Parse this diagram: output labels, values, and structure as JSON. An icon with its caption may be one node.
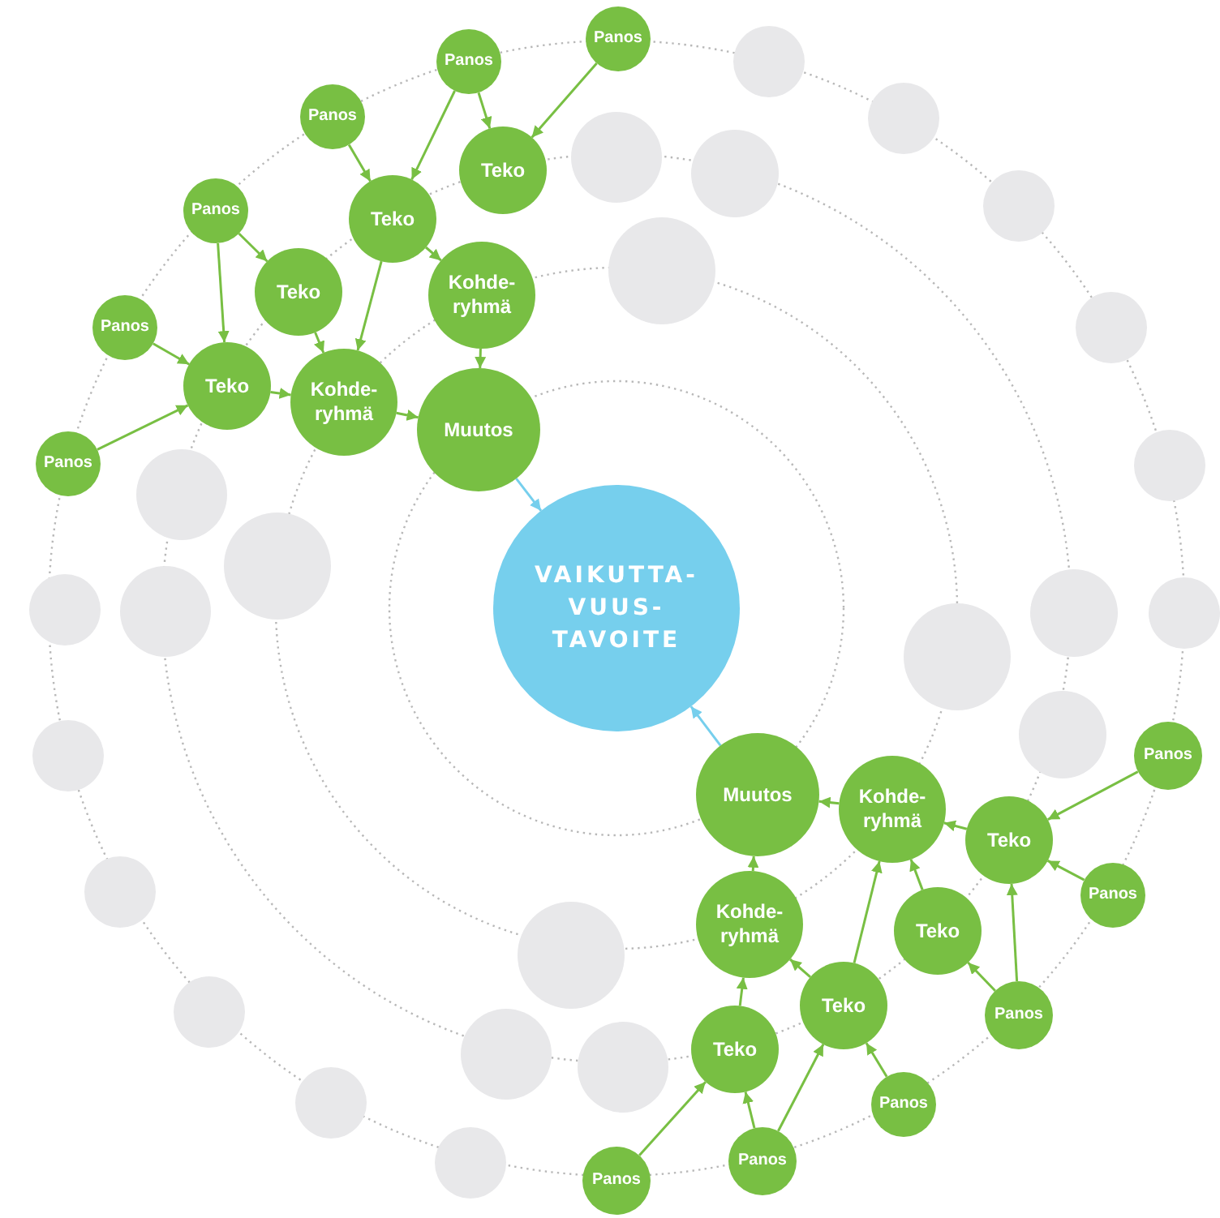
{
  "diagram": {
    "nodes": [
      {
        "text": [
          "Panos"
        ]
      },
      {
        "text": [
          "Panos"
        ]
      },
      {
        "text": [
          "Panos"
        ]
      },
      {
        "text": [
          "Teko"
        ]
      },
      {
        "text": [
          "Teko"
        ]
      },
      {
        "text": [
          "Panos"
        ]
      },
      {
        "text": [
          "Teko"
        ]
      },
      {
        "text": [
          "Kohde-ryhmä"
        ]
      },
      {
        "text": [
          "Panos"
        ]
      },
      {
        "text": [
          "Teko"
        ]
      },
      {
        "text": [
          "Kohde-ryhmä"
        ]
      },
      {
        "text": [
          "Muutos"
        ]
      },
      {
        "text": [
          "Panos"
        ]
      },
      {
        "text": [
          "VAIKUTTA-VUUS-TAVOITE"
        ]
      },
      {
        "text": [
          "Panos"
        ]
      },
      {
        "text": [
          "Muutos"
        ]
      },
      {
        "text": [
          "Kohde-ryhmä"
        ]
      },
      {
        "text": [
          "Teko"
        ]
      },
      {
        "text": [
          "Panos"
        ]
      },
      {
        "text": [
          "Kohde-ryhmä"
        ]
      },
      {
        "text": [
          "Teko"
        ]
      },
      {
        "text": [
          "Teko"
        ]
      },
      {
        "text": [
          "Teko"
        ]
      },
      {
        "text": [
          "Panos"
        ]
      },
      {
        "text": [
          "Panos"
        ]
      },
      {
        "text": [
          "Panos"
        ]
      },
      {
        "text": [
          "Panos"
        ]
      },
      {
        "text": [],
        "shape": "circle"
      },
      {
        "text": [],
        "shape": "circle"
      },
      {
        "text": [],
        "shape": "circle"
      },
      {
        "text": [],
        "shape": "circle"
      },
      {
        "text": [],
        "shape": "circle"
      },
      {
        "text": [],
        "shape": "circle"
      },
      {
        "text": [],
        "shape": "circle"
      },
      {
        "text": [],
        "shape": "circle"
      },
      {
        "text": [],
        "shape": "circle"
      },
      {
        "text": [],
        "shape": "circle"
      },
      {
        "text": [],
        "shape": "circle"
      },
      {
        "text": [],
        "shape": "circle"
      },
      {
        "text": [],
        "shape": "circle"
      },
      {
        "text": [],
        "shape": "circle"
      },
      {
        "text": [],
        "shape": "circle"
      },
      {
        "text": [],
        "shape": "circle"
      },
      {
        "text": [],
        "shape": "circle"
      },
      {
        "text": [],
        "shape": "circle"
      },
      {
        "text": [],
        "shape": "circle"
      },
      {
        "text": [],
        "shape": "circle"
      },
      {
        "text": [],
        "shape": "circle"
      },
      {
        "text": [],
        "shape": "circle"
      },
      {
        "text": [],
        "shape": "circle"
      },
      {
        "text": [],
        "shape": "circle"
      }
    ],
    "edges": [
      {
        "from": 0,
        "to": 3,
        "arrow": "to"
      },
      {
        "from": 1,
        "to": 3,
        "arrow": "to"
      },
      {
        "from": 0,
        "to": 4,
        "arrow": "to"
      },
      {
        "from": 2,
        "to": 4,
        "arrow": "to"
      },
      {
        "from": 4,
        "to": 7,
        "arrow": "to"
      },
      {
        "from": 4,
        "to": 10,
        "arrow": "to"
      },
      {
        "from": 5,
        "to": 6,
        "arrow": "to"
      },
      {
        "from": 5,
        "to": 9,
        "arrow": "to"
      },
      {
        "from": 6,
        "to": 10,
        "arrow": "to"
      },
      {
        "from": 8,
        "to": 9,
        "arrow": "to"
      },
      {
        "from": 12,
        "to": 9,
        "arrow": "to"
      },
      {
        "from": 9,
        "to": 10,
        "arrow": "to"
      },
      {
        "from": 10,
        "to": 11,
        "arrow": "to"
      },
      {
        "from": 7,
        "to": 11,
        "arrow": "to"
      },
      {
        "from": 11,
        "to": 13,
        "arrow": "to",
        "color": "#76cfed"
      },
      {
        "from": 15,
        "to": 13,
        "arrow": "to",
        "color": "#76cfed"
      },
      {
        "from": 16,
        "to": 15,
        "arrow": "to"
      },
      {
        "from": 17,
        "to": 16,
        "arrow": "to"
      },
      {
        "from": 14,
        "to": 17,
        "arrow": "to"
      },
      {
        "from": 18,
        "to": 17,
        "arrow": "to"
      },
      {
        "from": 23,
        "to": 17,
        "arrow": "to"
      },
      {
        "from": 23,
        "to": 20,
        "arrow": "to"
      },
      {
        "from": 20,
        "to": 16,
        "arrow": "to"
      },
      {
        "from": 21,
        "to": 16,
        "arrow": "to"
      },
      {
        "from": 21,
        "to": 19,
        "arrow": "to"
      },
      {
        "from": 19,
        "to": 15,
        "arrow": "to"
      },
      {
        "from": 22,
        "to": 19,
        "arrow": "to"
      },
      {
        "from": 24,
        "to": 21,
        "arrow": "to"
      },
      {
        "from": 26,
        "to": 21,
        "arrow": "to"
      },
      {
        "from": 26,
        "to": 22,
        "arrow": "to"
      },
      {
        "from": 25,
        "to": 22,
        "arrow": "to"
      }
    ]
  }
}
